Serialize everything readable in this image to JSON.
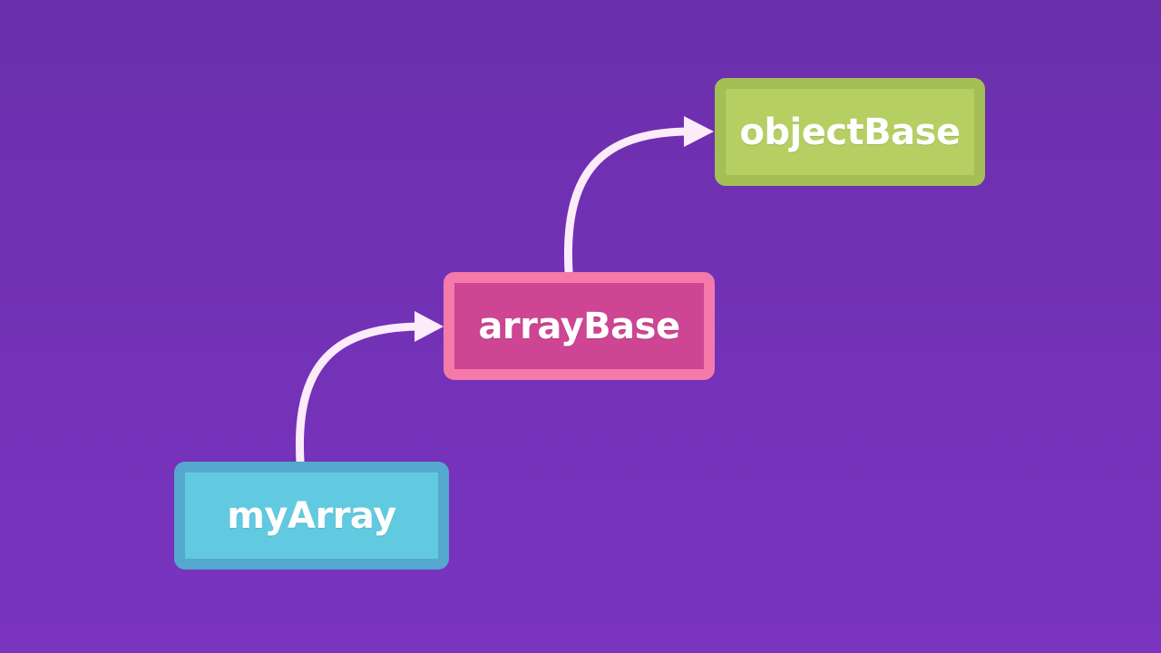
{
  "diagram": {
    "nodes": [
      {
        "id": "objectBase",
        "label": "objectBase",
        "fill_color": "#b5cf62",
        "border_color": "#a3bf55"
      },
      {
        "id": "arrayBase",
        "label": "arrayBase",
        "fill_color": "#cd4593",
        "border_color": "#f57aaa"
      },
      {
        "id": "myArray",
        "label": "myArray",
        "fill_color": "#62cae0",
        "border_color": "#54a8cd"
      }
    ],
    "edges": [
      {
        "from": "myArray",
        "to": "arrayBase"
      },
      {
        "from": "arrayBase",
        "to": "objectBase"
      }
    ],
    "connector_color": "#fcebf8",
    "background_colors": [
      "#6b2fac",
      "#7a34c0"
    ]
  }
}
